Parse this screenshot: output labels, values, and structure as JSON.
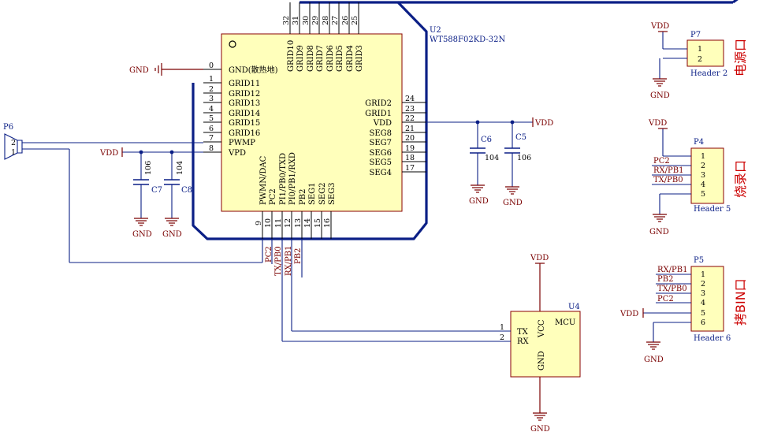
{
  "u2": {
    "designator": "U2",
    "part": "WT588F02KD-32N",
    "left_pins": [
      {
        "num": "0",
        "name": "GND(散热地)"
      },
      {
        "num": "1",
        "name": "GRID11"
      },
      {
        "num": "2",
        "name": "GRID12"
      },
      {
        "num": "3",
        "name": "GRID13"
      },
      {
        "num": "4",
        "name": "GRID14"
      },
      {
        "num": "5",
        "name": "GRID15"
      },
      {
        "num": "6",
        "name": "GRID16"
      },
      {
        "num": "7",
        "name": "PWMP"
      },
      {
        "num": "8",
        "name": "VPD"
      }
    ],
    "right_pins": [
      {
        "num": "24",
        "name": "GRID2"
      },
      {
        "num": "23",
        "name": "GRID1"
      },
      {
        "num": "22",
        "name": "VDD"
      },
      {
        "num": "21",
        "name": "SEG8"
      },
      {
        "num": "20",
        "name": "SEG7"
      },
      {
        "num": "19",
        "name": "SEG6"
      },
      {
        "num": "18",
        "name": "SEG5"
      },
      {
        "num": "17",
        "name": "SEG4"
      }
    ],
    "top_pins": [
      {
        "num": "32",
        "name": "GRID10"
      },
      {
        "num": "31",
        "name": "GRID9"
      },
      {
        "num": "30",
        "name": "GRID8"
      },
      {
        "num": "29",
        "name": "GRID7"
      },
      {
        "num": "28",
        "name": "GRID6"
      },
      {
        "num": "27",
        "name": "GRID5"
      },
      {
        "num": "26",
        "name": "GRID4"
      },
      {
        "num": "25",
        "name": "GRID3"
      }
    ],
    "bottom_pins": [
      {
        "num": "9",
        "name": "PWMN/DAC"
      },
      {
        "num": "10",
        "name": "PC2"
      },
      {
        "num": "11",
        "name": "PI1/PB0/TXD"
      },
      {
        "num": "12",
        "name": "PI0/PB1/RXD"
      },
      {
        "num": "13",
        "name": "PB2"
      },
      {
        "num": "14",
        "name": "SEG1"
      },
      {
        "num": "15",
        "name": "SEG2"
      },
      {
        "num": "16",
        "name": "SEG3"
      }
    ],
    "bottom_net_labels": [
      "PC2",
      "TX/PB0",
      "RX/PB1",
      "PB2"
    ]
  },
  "nets": {
    "gnd": "GND",
    "vdd": "VDD"
  },
  "speaker": {
    "designator": "P6",
    "pin1": "1",
    "pin2": "2"
  },
  "caps": [
    {
      "designator": "C7",
      "value": "106"
    },
    {
      "designator": "C8",
      "value": "104"
    },
    {
      "designator": "C6",
      "value": "104"
    },
    {
      "designator": "C5",
      "value": "106"
    }
  ],
  "u4": {
    "designator": "U4",
    "name": "MCU",
    "pins": [
      {
        "num": "1",
        "name": "TX"
      },
      {
        "num": "2",
        "name": "RX"
      }
    ],
    "vcc": "VCC",
    "gnd": "GND"
  },
  "p7": {
    "designator": "P7",
    "part": "Header 2",
    "title": "电源口",
    "pins": [
      "1",
      "2"
    ]
  },
  "p4": {
    "designator": "P4",
    "part": "Header 5",
    "title": "烧录口",
    "pins": [
      "1",
      "2",
      "3",
      "4",
      "5"
    ],
    "nets": [
      "PC2",
      "RX/PB1",
      "TX/PB0"
    ]
  },
  "p5": {
    "designator": "P5",
    "part": "Header 6",
    "title": "拷BIN口",
    "pins": [
      "1",
      "2",
      "3",
      "4",
      "5",
      "6"
    ],
    "nets": [
      "RX/PB1",
      "PB2",
      "TX/PB0",
      "PC2"
    ]
  }
}
